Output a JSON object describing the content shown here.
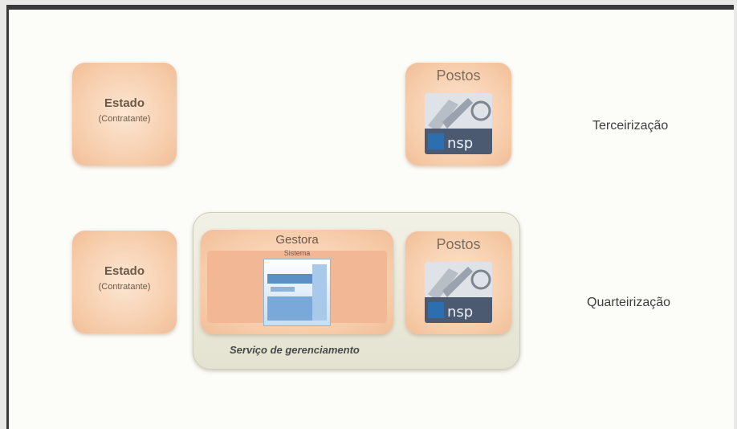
{
  "diagram": {
    "row1": {
      "estado": {
        "title": "Estado",
        "subtitle": "(Contratante)"
      },
      "postos": {
        "label": "Postos"
      },
      "label": "Terceirização"
    },
    "row2": {
      "estado": {
        "title": "Estado",
        "subtitle": "(Contratante)"
      },
      "gestora": {
        "title": "Gestora",
        "sublabel": "Sistema"
      },
      "postos": {
        "label": "Postos"
      },
      "caption": "Serviço de gerenciamento",
      "label": "Quarteirização"
    }
  }
}
